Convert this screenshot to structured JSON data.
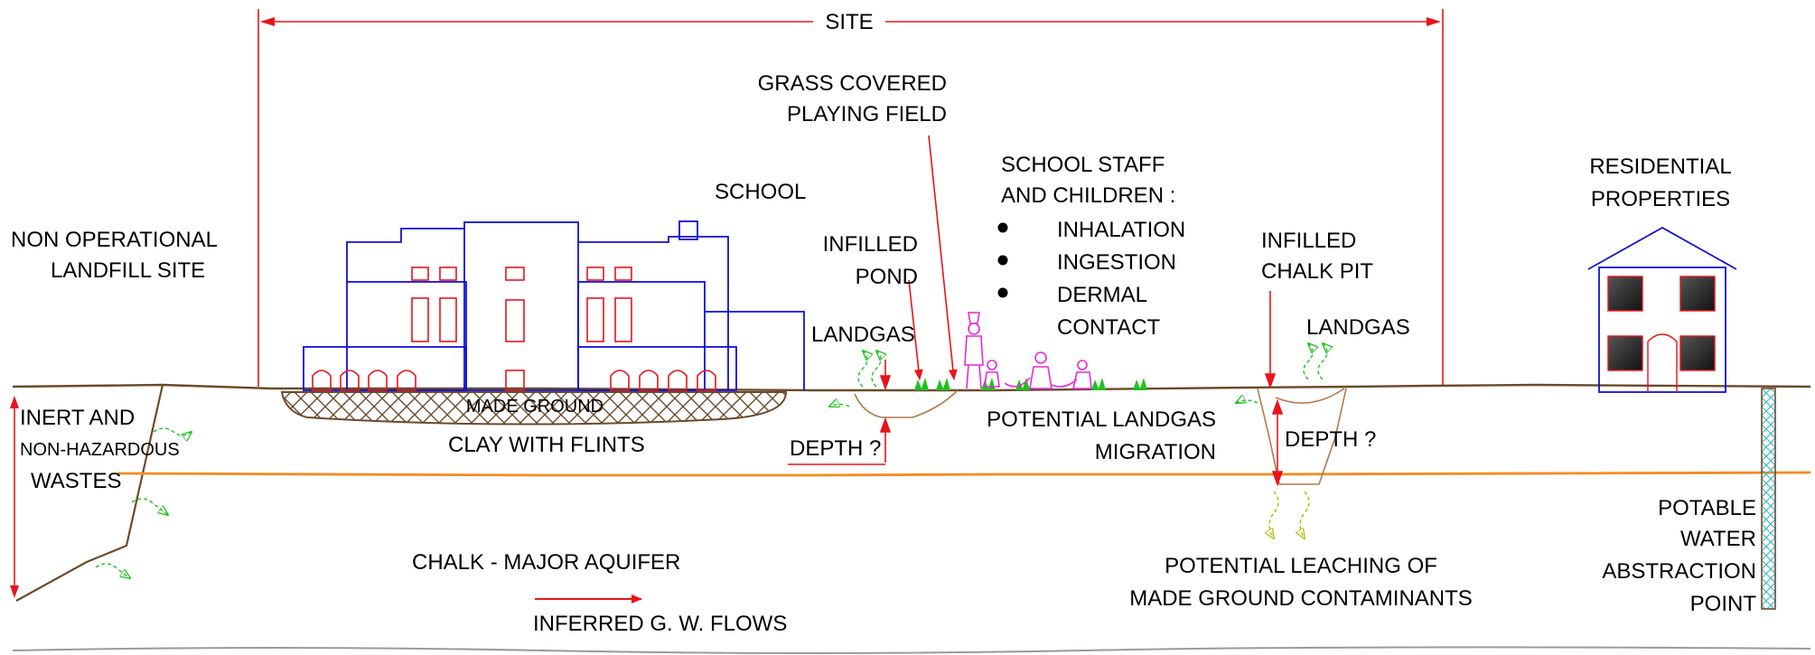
{
  "labels": {
    "site": "SITE",
    "landfill_1": "NON OPERATIONAL",
    "landfill_2": "LANDFILL SITE",
    "school": "SCHOOL",
    "grass_1": "GRASS COVERED",
    "grass_2": "PLAYING FIELD",
    "staff_1": "SCHOOL STAFF",
    "staff_2": "AND CHILDREN :",
    "infilled_pond_1": "INFILLED",
    "infilled_pond_2": "POND",
    "landgas_left": "LANDGAS",
    "infilled_pit_1": "INFILLED",
    "infilled_pit_2": "CHALK PIT",
    "landgas_right": "LANDGAS",
    "residential_1": "RESIDENTIAL",
    "residential_2": "PROPERTIES",
    "inert_1": "INERT AND",
    "inert_2": "NON-HAZARDOUS",
    "inert_3": "WASTES",
    "made_ground": "MADE GROUND",
    "clay": "CLAY WITH FLINTS",
    "depth_left": "DEPTH ?",
    "migration_1": "POTENTIAL LANDGAS",
    "migration_2": "MIGRATION",
    "depth_right": "DEPTH ?",
    "chalk": "CHALK - MAJOR AQUIFER",
    "flows": "INFERRED G. W. FLOWS",
    "leaching_1": "POTENTIAL LEACHING OF",
    "leaching_2": "MADE GROUND CONTAMINANTS",
    "potable_1": "POTABLE",
    "potable_2": "WATER",
    "potable_3": "ABSTRACTION",
    "potable_4": "POINT"
  },
  "exposure_pathways": [
    "INHALATION",
    "INGESTION",
    "DERMAL",
    "CONTACT"
  ],
  "colors": {
    "annotation": "#e8141b",
    "building": "#1010d8",
    "ground": "#6b4a2a",
    "aquifer_boundary": "#f58a1f",
    "gas": "#1fc21f",
    "people": "#e62ad6",
    "leachate": "#b8b800",
    "well": "#22b8c8",
    "bottom_line": "#9a9a9a"
  }
}
